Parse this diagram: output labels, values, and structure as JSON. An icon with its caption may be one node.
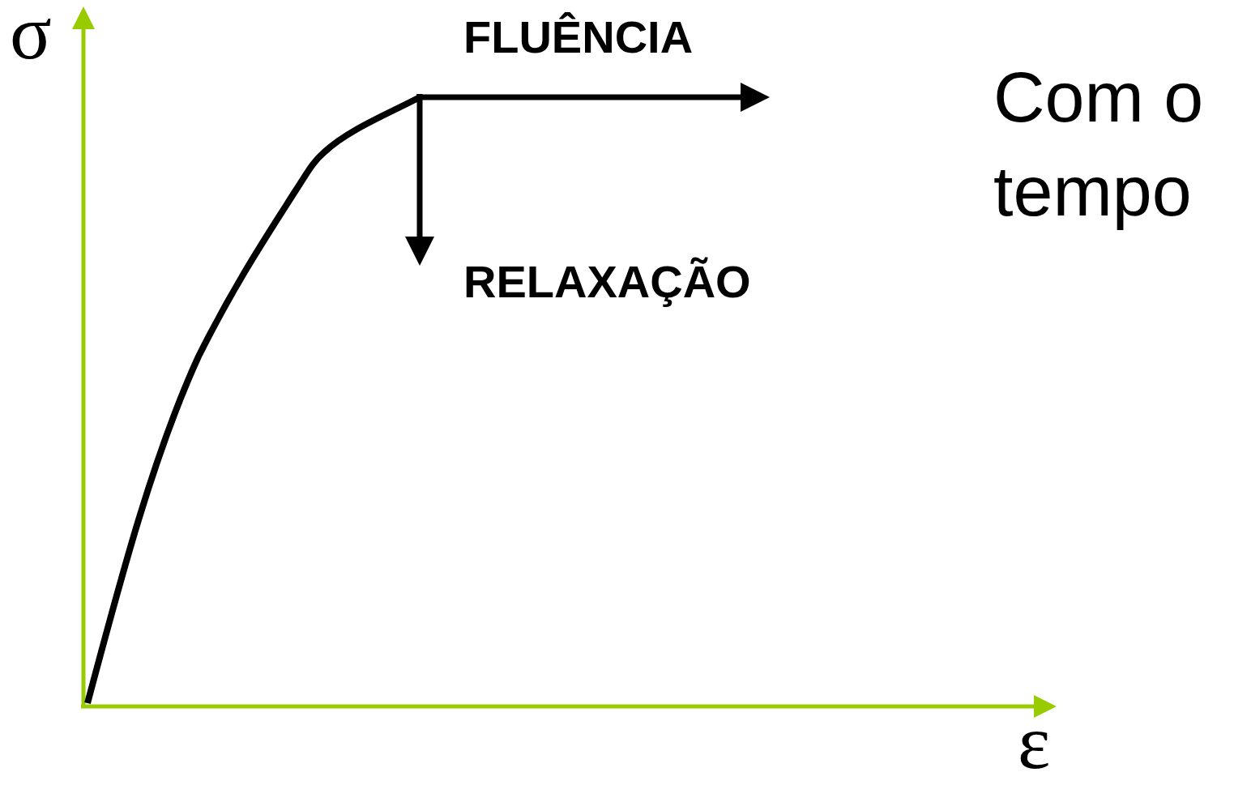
{
  "diagram": {
    "labels": [
      "σ",
      "FLUÊNCIA",
      "Com o tempo",
      "RELAXAÇÃO",
      "ε"
    ]
  }
}
